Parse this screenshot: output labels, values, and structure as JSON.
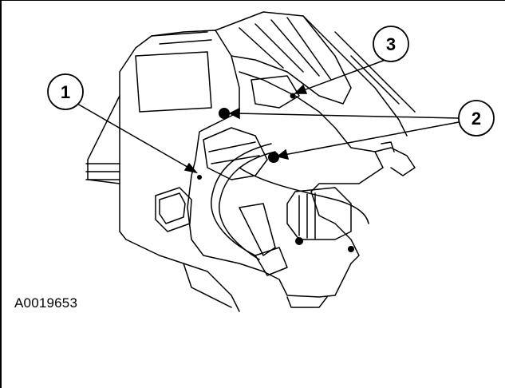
{
  "figure": {
    "id_label": "A0019653"
  },
  "callouts": [
    {
      "number": "1"
    },
    {
      "number": "2"
    },
    {
      "number": "3"
    }
  ]
}
